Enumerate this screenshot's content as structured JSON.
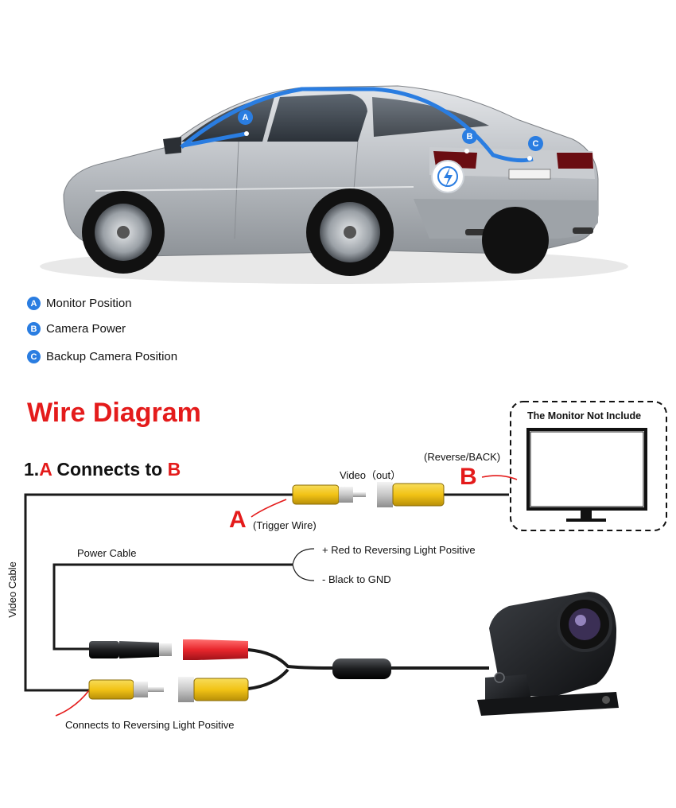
{
  "legend": [
    {
      "letter": "A",
      "label": "Monitor Position"
    },
    {
      "letter": "B",
      "label": "Camera Power"
    },
    {
      "letter": "C",
      "label": "Backup Camera Position"
    }
  ],
  "car_markers": [
    "A",
    "B",
    "C"
  ],
  "title": "Wire Diagram",
  "subtitle": {
    "prefix": "1.",
    "a": "A",
    "mid": " Connects to ",
    "b": "B"
  },
  "monitor_box_label": "The Monitor Not Include",
  "labels": {
    "reverse_back": "(Reverse/BACK)",
    "video_out": "Video（out）",
    "letter_a": "A",
    "letter_b": "B",
    "trigger_wire": "(Trigger Wire)",
    "power_cable": "Power Cable",
    "red_positive": "+ Red to Reversing Light Positive",
    "black_gnd": "- Black to GND",
    "video_cable": "Video Cable",
    "reversing_positive": "Connects to Reversing Light Positive"
  },
  "colors": {
    "accent_red": "#e41b1b",
    "marker_blue": "#2a7de1",
    "connector_yellow": "#f2c316",
    "connector_red": "#e8262c",
    "car_silver": "#b8bcc1"
  }
}
